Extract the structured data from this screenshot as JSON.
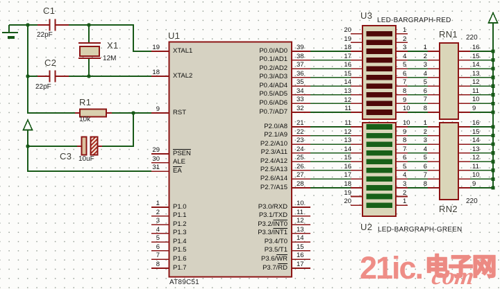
{
  "colors": {
    "wire_green": "#175917",
    "component_red": "#8c1414",
    "chip_fill": "#d6d2c2",
    "body_fill": "#dad6b9",
    "led_red": "#4f0909",
    "led_green": "#186018",
    "watermark_salmon": "#ee8d86"
  },
  "watermark": {
    "brand": "21ic.",
    "cjk": "电子网",
    "script": "com"
  },
  "components": {
    "u1": {
      "ref": "U1",
      "part": "AT89C51",
      "xtal1": {
        "num": "19",
        "name": "XTAL1"
      },
      "xtal2": {
        "num": "18",
        "name": "XTAL2"
      },
      "rst": {
        "num": "9",
        "name": "RST"
      },
      "ctrl": [
        {
          "num": "29",
          "name": "PSEN",
          "overline": "PSEN"
        },
        {
          "num": "30",
          "name": "ALE"
        },
        {
          "num": "31",
          "name": "EA",
          "overline": "EA"
        }
      ],
      "p1": [
        {
          "num": "1",
          "name": "P1.0"
        },
        {
          "num": "2",
          "name": "P1.1"
        },
        {
          "num": "3",
          "name": "P1.2"
        },
        {
          "num": "4",
          "name": "P1.3"
        },
        {
          "num": "5",
          "name": "P1.4"
        },
        {
          "num": "6",
          "name": "P1.5"
        },
        {
          "num": "7",
          "name": "P1.6"
        },
        {
          "num": "8",
          "name": "P1.7"
        }
      ],
      "p0": [
        {
          "num": "39",
          "name": "P0.0/AD0"
        },
        {
          "num": "38",
          "name": "P0.1/AD1"
        },
        {
          "num": "37",
          "name": "P0.2/AD2"
        },
        {
          "num": "36",
          "name": "P0.3/AD3"
        },
        {
          "num": "35",
          "name": "P0.4/AD4"
        },
        {
          "num": "34",
          "name": "P0.5/AD5"
        },
        {
          "num": "33",
          "name": "P0.6/AD6"
        },
        {
          "num": "32",
          "name": "P0.7/AD7"
        }
      ],
      "p2": [
        {
          "num": "21",
          "name": "P2.0/A8"
        },
        {
          "num": "22",
          "name": "P2.1/A9"
        },
        {
          "num": "23",
          "name": "P2.2/A10"
        },
        {
          "num": "24",
          "name": "P2.3/A11"
        },
        {
          "num": "25",
          "name": "P2.4/A12"
        },
        {
          "num": "26",
          "name": "P2.5/A13"
        },
        {
          "num": "27",
          "name": "P2.6/A14"
        },
        {
          "num": "28",
          "name": "P2.7/A15"
        }
      ],
      "p3": [
        {
          "num": "10",
          "name": "P3.0/RXD"
        },
        {
          "num": "11",
          "name": "P3.1/TXD"
        },
        {
          "num": "12",
          "name": "P3.2/INT0",
          "overline": "INT0"
        },
        {
          "num": "13",
          "name": "P3.3/INT1",
          "overline": "INT1"
        },
        {
          "num": "14",
          "name": "P3.4/T0"
        },
        {
          "num": "15",
          "name": "P3.5/T1"
        },
        {
          "num": "16",
          "name": "P3.6/WR",
          "overline": "WR"
        },
        {
          "num": "17",
          "name": "P3.7/RD",
          "overline": "RD"
        }
      ]
    },
    "u3": {
      "ref": "U3",
      "part": "LED-BARGRAPH-RED",
      "left_pins": [
        "20",
        "19",
        "18",
        "17",
        "16",
        "15",
        "14",
        "13",
        "12",
        "11"
      ],
      "right_pins": [
        "1",
        "2",
        "3",
        "4",
        "5",
        "6",
        "7",
        "8",
        "9",
        "10"
      ]
    },
    "u2": {
      "ref": "U2",
      "part": "LED-BARGRAPH-GREEN",
      "left_pins": [
        "11",
        "12",
        "13",
        "14",
        "15",
        "16",
        "17",
        "18",
        "19",
        "20"
      ],
      "right_pins": [
        "10",
        "9",
        "8",
        "7",
        "6",
        "5",
        "4",
        "3",
        "2",
        "1"
      ]
    },
    "rn1": {
      "ref": "RN1",
      "value": "220",
      "left_pins": [
        "1",
        "2",
        "3",
        "4",
        "5",
        "6",
        "7",
        "8"
      ],
      "right_pins": [
        "16",
        "15",
        "14",
        "13",
        "12",
        "11",
        "10",
        "9"
      ]
    },
    "rn2": {
      "ref": "RN2",
      "value": "220",
      "left_pins": [
        "1",
        "2",
        "3",
        "4",
        "5",
        "6",
        "7",
        "8"
      ],
      "right_pins": [
        "16",
        "15",
        "14",
        "13",
        "12",
        "11",
        "10",
        "9"
      ]
    },
    "c1": {
      "ref": "C1",
      "value": "22pF"
    },
    "c2": {
      "ref": "C2",
      "value": "22pF"
    },
    "c3": {
      "ref": "C3",
      "value": "10uF"
    },
    "x1": {
      "ref": "X1",
      "value": "12M"
    },
    "r1": {
      "ref": "R1",
      "value": "10k"
    }
  }
}
